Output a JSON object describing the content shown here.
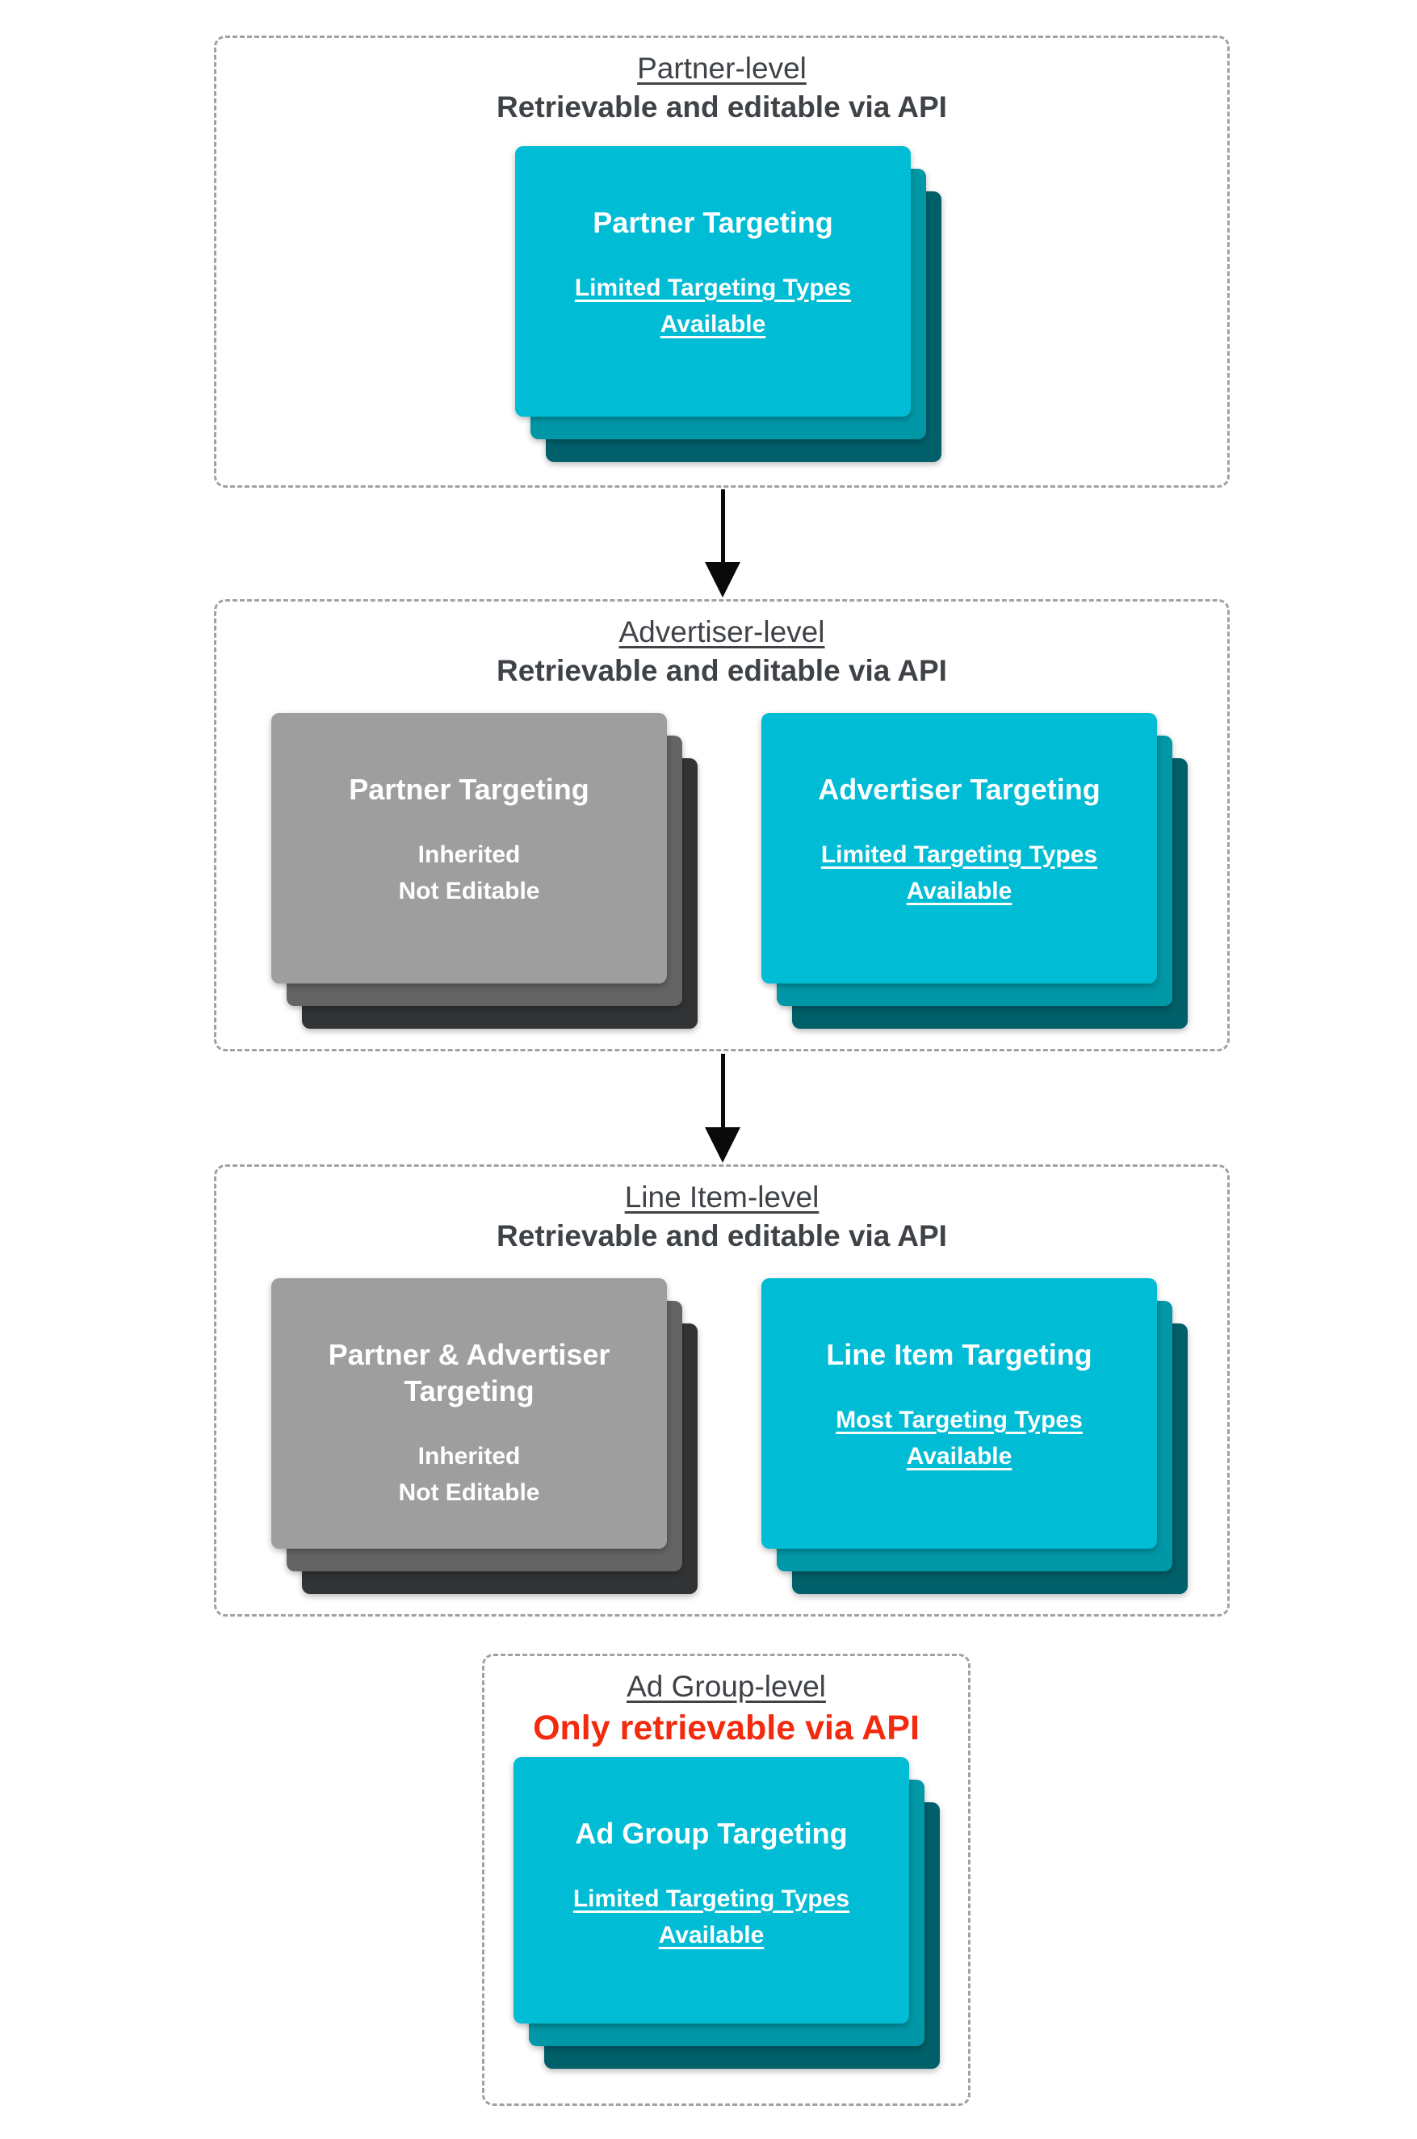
{
  "colors": {
    "cyan_front": "#00BCD4",
    "cyan_mid": "#0097A7",
    "cyan_back": "#00606A",
    "gray_front": "#9E9E9E",
    "gray_mid": "#646464",
    "gray_back": "#313335",
    "heading": "#3F4347",
    "red": "#F32B0E",
    "arrow": "#0A0A0A",
    "border": "#9DA2A8"
  },
  "sections": [
    {
      "id": "partner-level",
      "title": "Partner-level",
      "subtitle": "Retrievable and editable via API",
      "cards": [
        {
          "style": "cyan",
          "title": "Partner Targeting",
          "subtitle": "Limited Targeting Types\nAvailable"
        }
      ]
    },
    {
      "id": "advertiser-level",
      "title": "Advertiser-level",
      "subtitle": "Retrievable and editable via API",
      "cards": [
        {
          "style": "gray",
          "title": "Partner Targeting",
          "subtitle": "Inherited\nNot Editable"
        },
        {
          "style": "cyan",
          "title": "Advertiser Targeting",
          "subtitle": "Limited Targeting Types\nAvailable"
        }
      ]
    },
    {
      "id": "line-item-level",
      "title": "Line Item-level",
      "subtitle": "Retrievable and editable via API",
      "cards": [
        {
          "style": "gray",
          "title": "Partner & Advertiser\nTargeting",
          "subtitle": "Inherited\nNot Editable"
        },
        {
          "style": "cyan",
          "title": "Line Item Targeting",
          "subtitle": "Most Targeting Types\nAvailable"
        }
      ]
    },
    {
      "id": "ad-group-level",
      "title": "Ad Group-level",
      "subtitle": "Only retrievable via API",
      "cards": [
        {
          "style": "cyan",
          "title": "Ad Group Targeting",
          "subtitle": "Limited Targeting Types\nAvailable"
        }
      ]
    }
  ]
}
